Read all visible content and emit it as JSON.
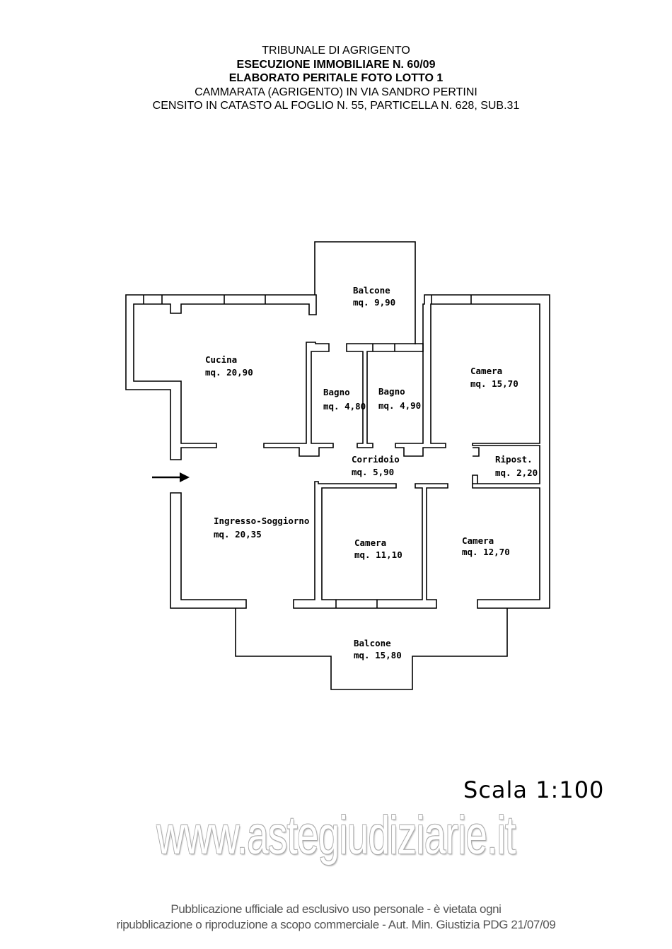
{
  "header": {
    "line1": "TRIBUNALE DI AGRIGENTO",
    "line2": "ESECUZIONE IMMOBILIARE N. 60/09",
    "line3": "ELABORATO PERITALE FOTO LOTTO 1",
    "line4": "CAMMARATA  (AGRIGENTO) IN VIA SANDRO PERTINI",
    "line5": "CENSITO IN CATASTO AL FOGLIO N. 55, PARTICELLA N. 628, SUB.31"
  },
  "rooms": [
    {
      "name": "Balcone",
      "area": "mq. 9,90"
    },
    {
      "name": "Cucina",
      "area": "mq. 20,90"
    },
    {
      "name": "Bagno",
      "area": "mq. 4,80"
    },
    {
      "name": "Bagno",
      "area": "mq. 4,90"
    },
    {
      "name": "Camera",
      "area": "mq. 15,70"
    },
    {
      "name": "Corridoio",
      "area": "mq. 5,90"
    },
    {
      "name": "Ripost.",
      "area": "mq. 2,20"
    },
    {
      "name": "Ingresso-Soggiorno",
      "area": "mq. 20,35"
    },
    {
      "name": "Camera",
      "area": "mq. 11,10"
    },
    {
      "name": "Camera",
      "area": "mq. 12,70"
    },
    {
      "name": "Balcone",
      "area": "mq. 15,80"
    }
  ],
  "scale": "Scala 1:100",
  "watermark": "www.astegiudiziarie.it",
  "footer": {
    "line1": "Pubblicazione ufficiale ad esclusivo uso personale - è vietata ogni",
    "line2": "ripubblicazione o riproduzione a scopo commerciale - Aut. Min. Giustizia PDG 21/07/09"
  }
}
